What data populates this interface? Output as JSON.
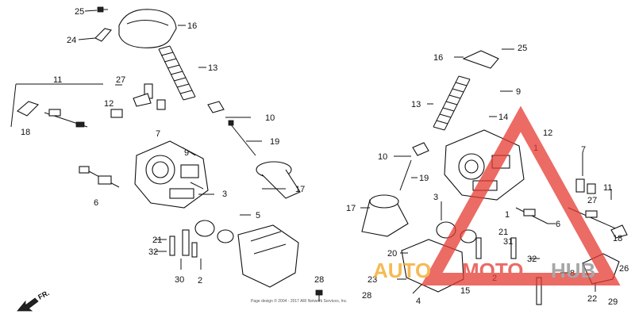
{
  "diagram": {
    "labels": {
      "left": [
        "25",
        "16",
        "24",
        "13",
        "11",
        "27",
        "12",
        "10",
        "7",
        "18",
        "19",
        "9",
        "17",
        "6",
        "3",
        "5",
        "21",
        "32",
        "2",
        "30",
        "28"
      ],
      "right": [
        "16",
        "25",
        "13",
        "9",
        "14",
        "12",
        "10",
        "19",
        "7",
        "17",
        "3",
        "1",
        "11",
        "27",
        "6",
        "21",
        "31",
        "18",
        "20",
        "32",
        "4",
        "2",
        "8",
        "23",
        "28",
        "15",
        "22",
        "29",
        "26",
        "1"
      ]
    },
    "arrow_label": "FR.",
    "copyright": "Page design © 2004 - 2017 ARI Network Services, Inc."
  },
  "watermark": {
    "text_auto": "AUTO",
    "text_moto": "MOTO",
    "text_hub": "HUB",
    "color_red": "#e53a32",
    "color_orange": "#f2a41c",
    "color_gray": "#8a8a8a"
  }
}
